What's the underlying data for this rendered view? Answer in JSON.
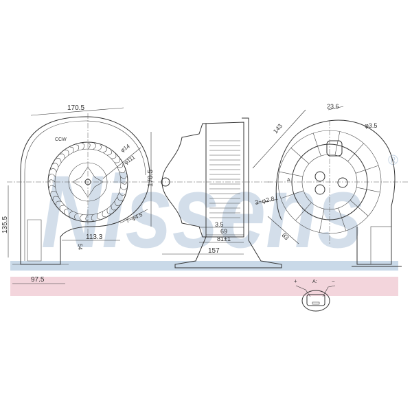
{
  "watermark": {
    "brand": "Nissens",
    "registered": "®",
    "band_colors": {
      "blue": "#c9d9e8",
      "pink": "#f3d5dc"
    }
  },
  "front_view": {
    "width_top": "170.5",
    "rotation": "CCW",
    "dia_outer": "φ14",
    "dia_inner": "φ111",
    "height_right": "170.5",
    "holes": "7−φ4.5",
    "offset": "113.3",
    "height_left": "135.5",
    "foot": "54",
    "base_width": "97.5"
  },
  "side_view": {
    "d1": "3.5",
    "d2": "69",
    "d3": "81±1",
    "d4": "157"
  },
  "rear_view": {
    "d143": "143",
    "d23": "23.6",
    "dia35": "φ3.5",
    "holes": "3−φ2.8",
    "d83": "83",
    "marker": "A"
  },
  "connector": {
    "label": "A:",
    "plus": "+",
    "minus": "−"
  }
}
